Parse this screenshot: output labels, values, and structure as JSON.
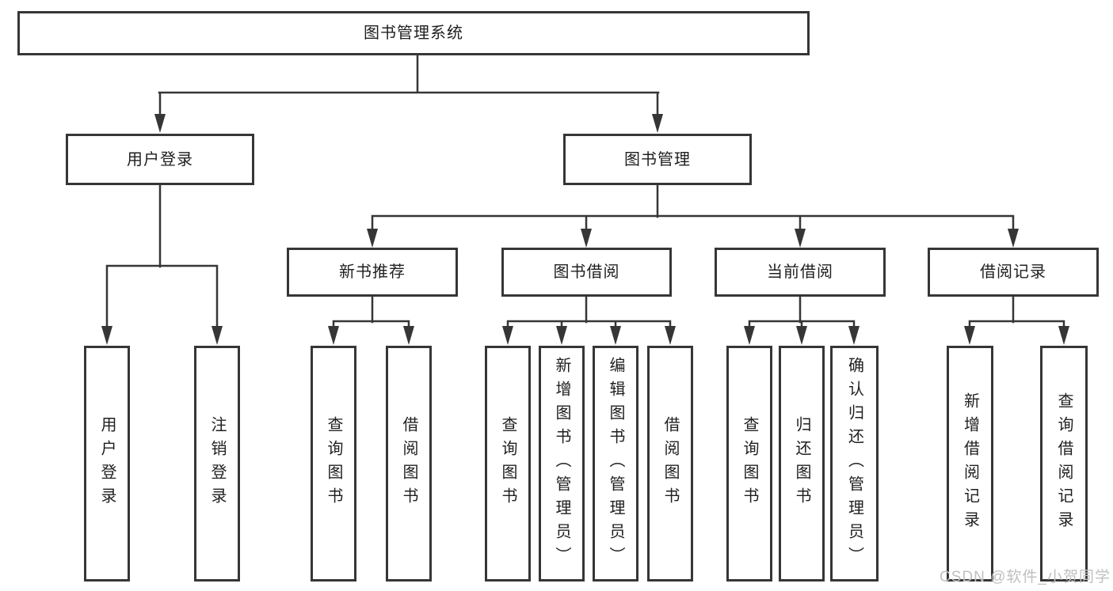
{
  "tree": {
    "root": {
      "label": "图书管理系统",
      "children": [
        {
          "label": "用户登录",
          "children": [
            {
              "label": "用户登录"
            },
            {
              "label": "注销登录"
            }
          ]
        },
        {
          "label": "图书管理",
          "children": [
            {
              "label": "新书推荐",
              "children": [
                {
                  "label": "查询图书"
                },
                {
                  "label": "借阅图书"
                }
              ]
            },
            {
              "label": "图书借阅",
              "children": [
                {
                  "label": "查询图书"
                },
                {
                  "label": "新增图书（管理员）"
                },
                {
                  "label": "编辑图书（管理员）"
                },
                {
                  "label": "借阅图书"
                }
              ]
            },
            {
              "label": "当前借阅",
              "children": [
                {
                  "label": "查询图书"
                },
                {
                  "label": "归还图书"
                },
                {
                  "label": "确认归还（管理员）"
                }
              ]
            },
            {
              "label": "借阅记录",
              "children": [
                {
                  "label": "新增借阅记录"
                },
                {
                  "label": "查询借阅记录"
                }
              ]
            }
          ]
        }
      ]
    }
  },
  "watermark": "CSDN @软件_小贺同学",
  "colors": {
    "line": "#363636",
    "text": "#1f1f1f",
    "watermark": "#c0c0c0",
    "background": "#ffffff"
  }
}
